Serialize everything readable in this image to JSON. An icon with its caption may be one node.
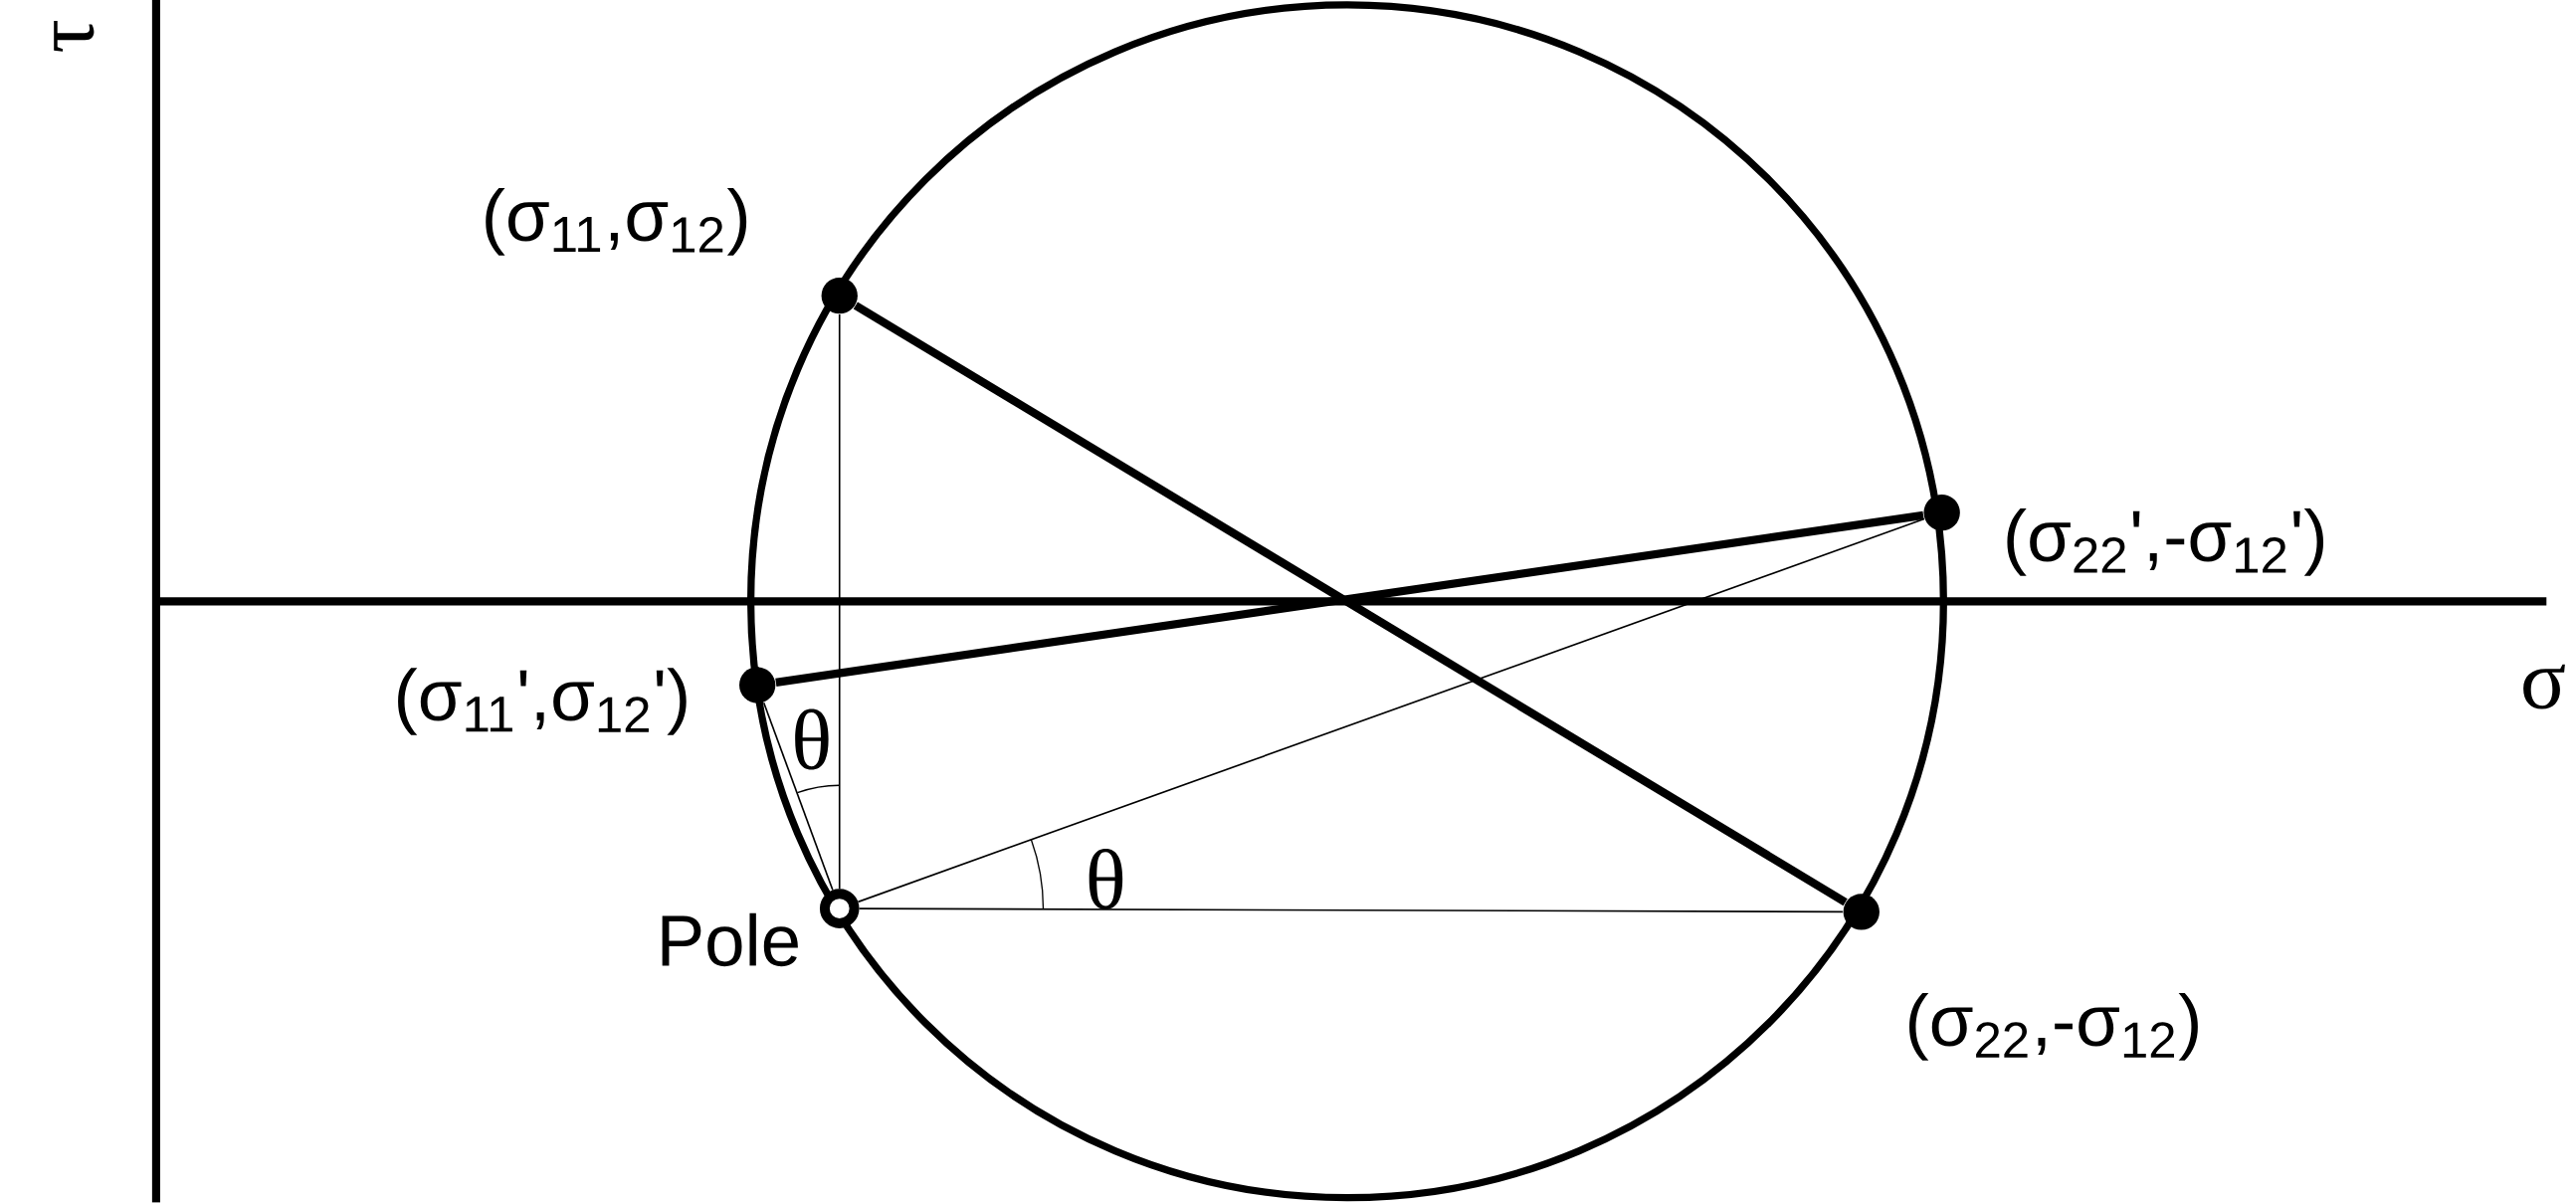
{
  "diagram": {
    "nodes": [
      {
        "text": [],
        "shape": "circle",
        "beside": [
          "(σ$_{11}$,σ$_{12}$)"
        ]
      },
      {
        "text": [],
        "shape": "circle",
        "beside": [
          "(σ$_{22}$',-σ$_{12}$')"
        ]
      },
      {
        "text": [],
        "shape": "circle",
        "beside": [
          "(σ$_{11}$',σ$_{12}$')"
        ]
      },
      {
        "text": [],
        "shape": "ring",
        "beside": [
          "Pole"
        ]
      },
      {
        "text": [],
        "shape": "circle",
        "beside": [
          "(σ$_{22}$,-σ$_{12}$)"
        ]
      }
    ],
    "edges": [
      {
        "from": 0,
        "to": 4,
        "arrow": "none",
        "style": "thick"
      },
      {
        "from": 2,
        "to": 1,
        "arrow": "none",
        "style": "thick"
      },
      {
        "from": 3,
        "to": 0,
        "arrow": "none"
      },
      {
        "from": 3,
        "to": 4,
        "arrow": "none"
      },
      {
        "from": 3,
        "to": 1,
        "arrow": "none"
      },
      {
        "from": 3,
        "to": 2,
        "arrow": "none"
      }
    ],
    "labels": [
      "τ",
      "σ",
      "θ",
      "θ"
    ]
  }
}
